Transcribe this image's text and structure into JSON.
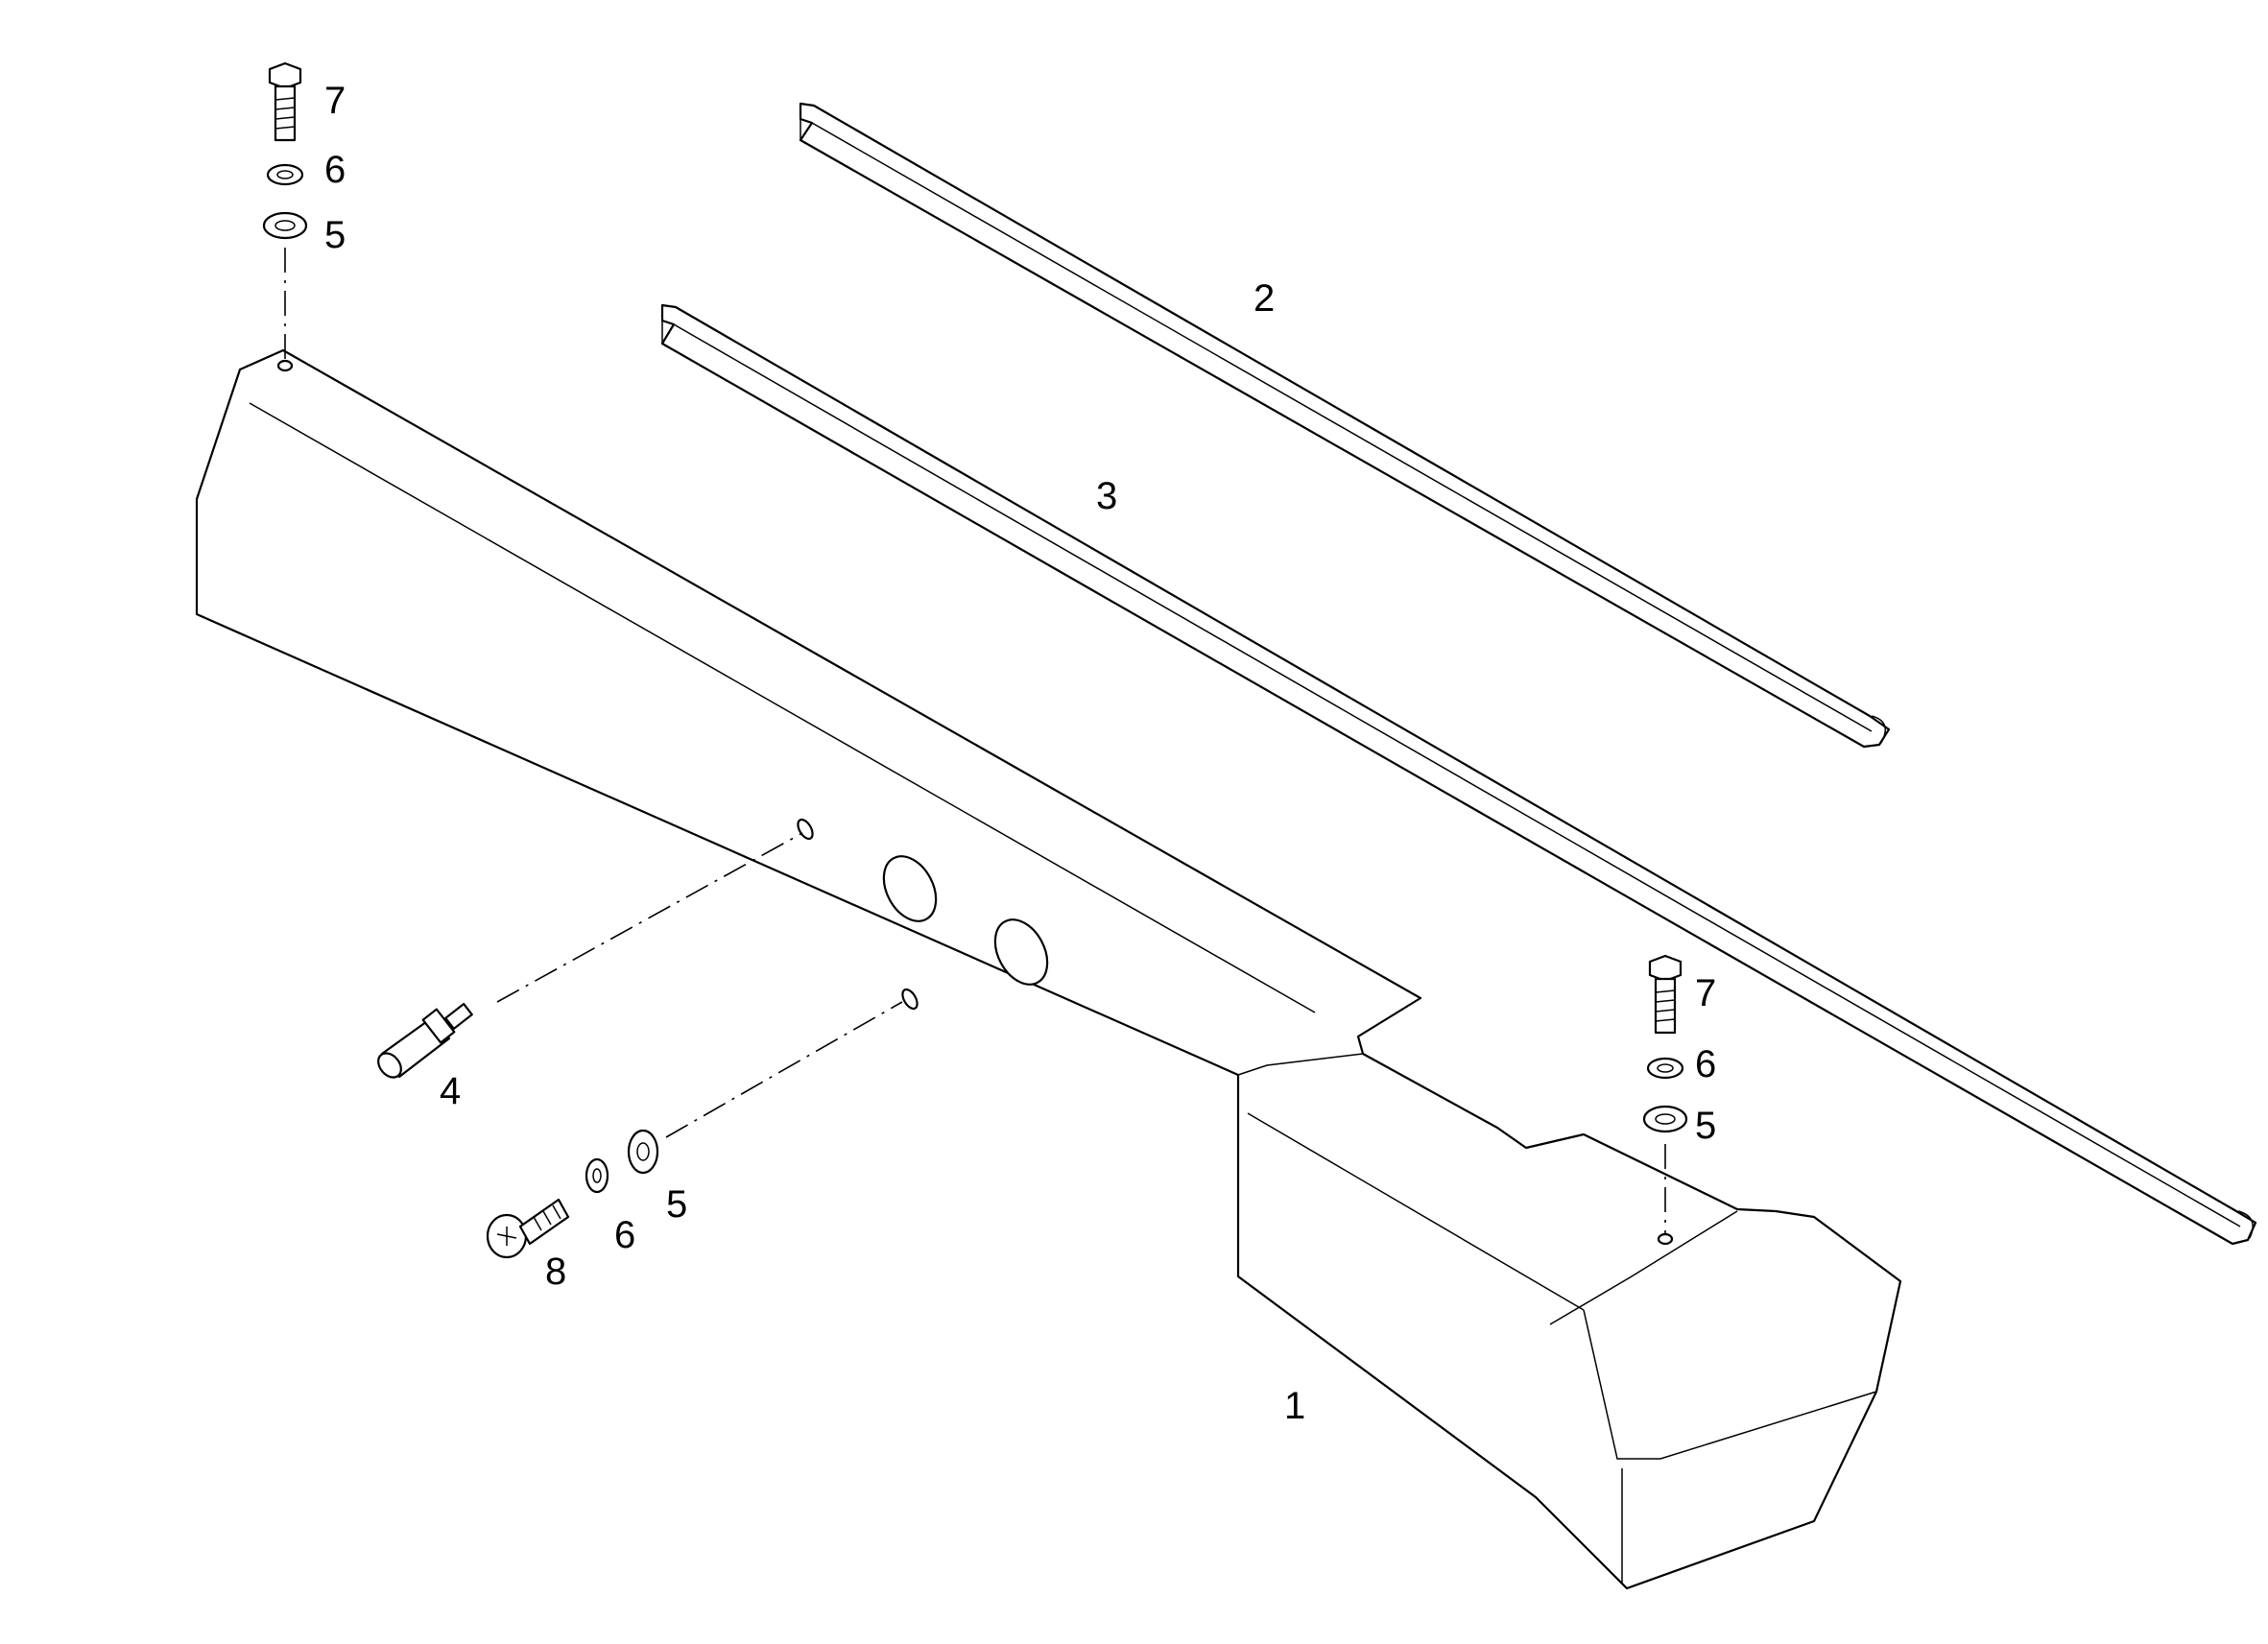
{
  "labels": {
    "part_1": "1",
    "part_2": "2",
    "part_3": "3",
    "part_4": "4",
    "part_5_top": "5",
    "part_6_top": "6",
    "part_7_top": "7",
    "part_5_right": "5",
    "part_6_right": "6",
    "part_7_right": "7",
    "part_5_bottom": "5",
    "part_6_bottom": "6",
    "part_8": "8"
  },
  "colors": {
    "line": "#000000",
    "background": "#ffffff"
  }
}
